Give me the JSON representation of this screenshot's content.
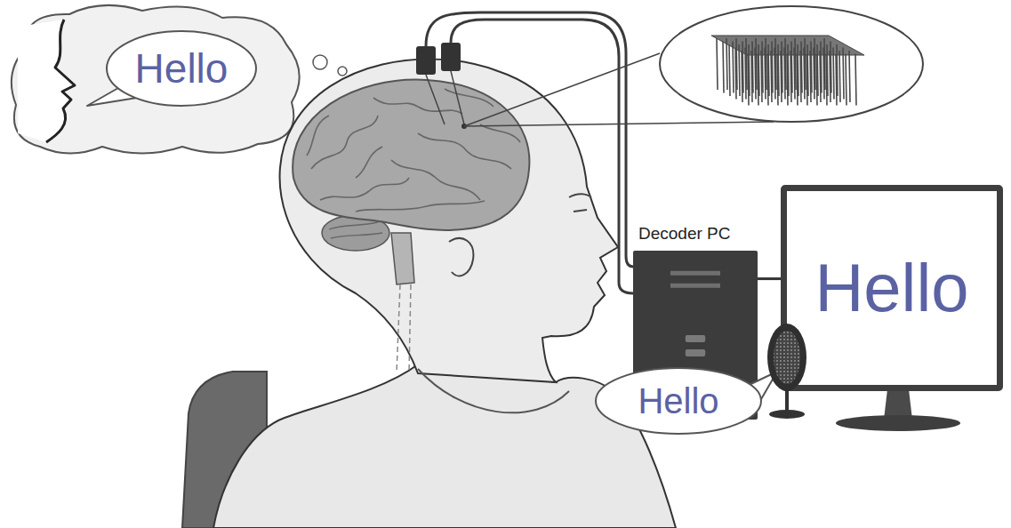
{
  "diagram": {
    "nodes": [
      {
        "text": [
          "Hello"
        ]
      },
      {
        "text": [
          "Decoder PC"
        ]
      },
      {
        "text": [
          "Hello"
        ]
      },
      {
        "text": [
          "Hello"
        ]
      }
    ],
    "edges": [
      {
        "from": 1,
        "to": 2,
        "arrow": "none"
      }
    ]
  }
}
